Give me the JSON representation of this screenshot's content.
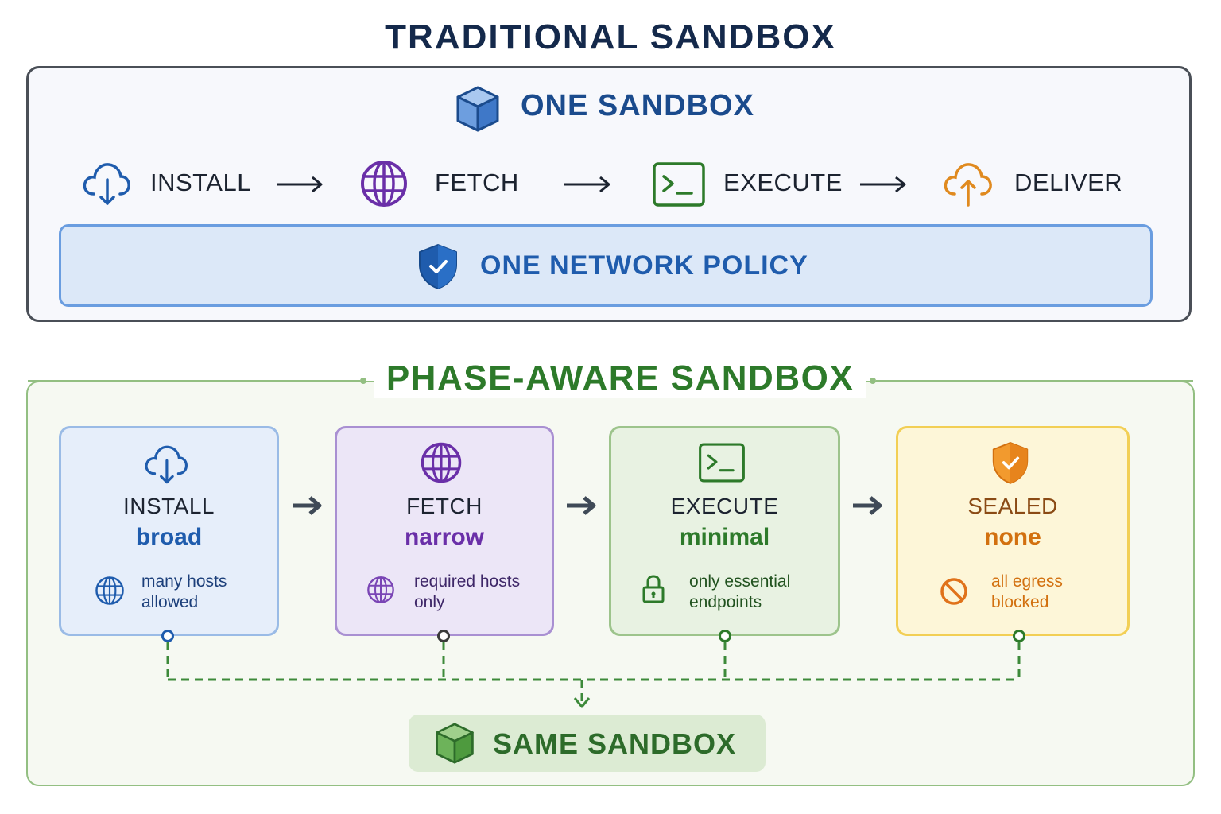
{
  "traditional": {
    "title": "TRADITIONAL SANDBOX",
    "sandbox_label": "ONE SANDBOX",
    "steps": [
      {
        "label": "INSTALL",
        "icon": "cloud-download-icon"
      },
      {
        "label": "FETCH",
        "icon": "globe-icon"
      },
      {
        "label": "EXECUTE",
        "icon": "terminal-icon"
      },
      {
        "label": "DELIVER",
        "icon": "cloud-upload-icon"
      }
    ],
    "policy_label": "ONE NETWORK POLICY"
  },
  "phase_aware": {
    "title": "PHASE-AWARE SANDBOX",
    "phases": [
      {
        "name": "INSTALL",
        "level": "broad",
        "desc_line1": "many hosts",
        "desc_line2": "allowed",
        "icon": "cloud-download-icon",
        "desc_icon": "globe-icon",
        "color": "#1f5cad"
      },
      {
        "name": "FETCH",
        "level": "narrow",
        "desc_line1": "required hosts",
        "desc_line2": "only",
        "icon": "globe-icon",
        "desc_icon": "globe-icon",
        "color": "#6a2fa8"
      },
      {
        "name": "EXECUTE",
        "level": "minimal",
        "desc_line1": "only essential",
        "desc_line2": "endpoints",
        "icon": "terminal-icon",
        "desc_icon": "lock-icon",
        "color": "#2d7a2a"
      },
      {
        "name": "SEALED",
        "level": "none",
        "desc_line1": "all egress",
        "desc_line2": "blocked",
        "icon": "shield-check-icon",
        "desc_icon": "prohibited-icon",
        "color": "#d2700f"
      }
    ],
    "same_label": "SAME SANDBOX"
  },
  "colors": {
    "dark_text": "#14294b",
    "blue": "#1f5cad",
    "purple": "#6a2fa8",
    "green": "#2d7a2a",
    "orange": "#d2700f"
  }
}
